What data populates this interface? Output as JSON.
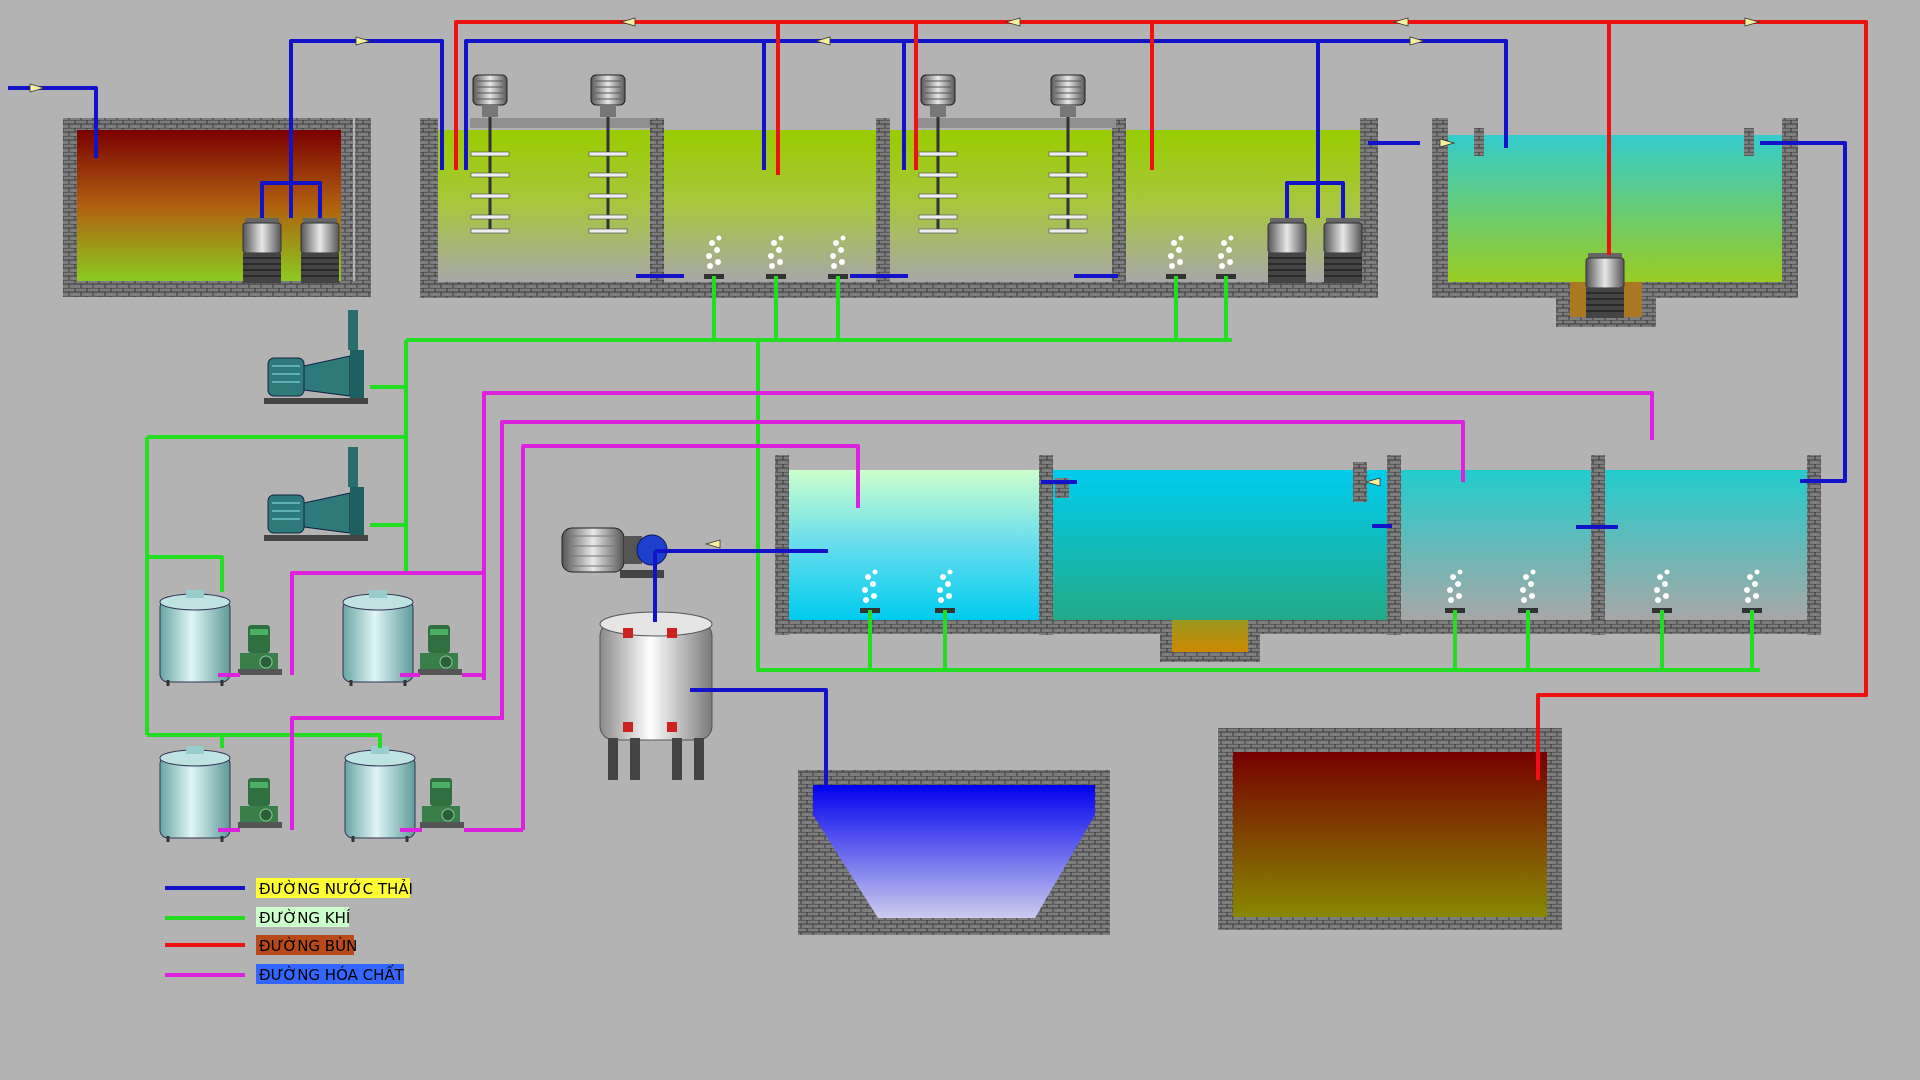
{
  "legend": [
    {
      "key": "wastewater",
      "label": "ĐƯỜNG NƯỚC THẢI",
      "line_color": "#1212c8",
      "label_bg": "#ffff33"
    },
    {
      "key": "air",
      "label": "ĐƯỜNG KHÍ",
      "line_color": "#22dd22",
      "label_bg": "#ccffcc"
    },
    {
      "key": "sludge",
      "label": "ĐƯỜNG BÙN",
      "line_color": "#ee1111",
      "label_bg": "#b84a1a"
    },
    {
      "key": "chemical",
      "label": "ĐƯỜNG HÓA CHẤT",
      "line_color": "#dd22dd",
      "label_bg": "#3366ff"
    }
  ],
  "colors": {
    "background": "#b3b3b3",
    "wastewater": "#1212c8",
    "air": "#22dd22",
    "sludge": "#ee1111",
    "chemical": "#dd22dd",
    "wall": "#7a7a7a"
  }
}
